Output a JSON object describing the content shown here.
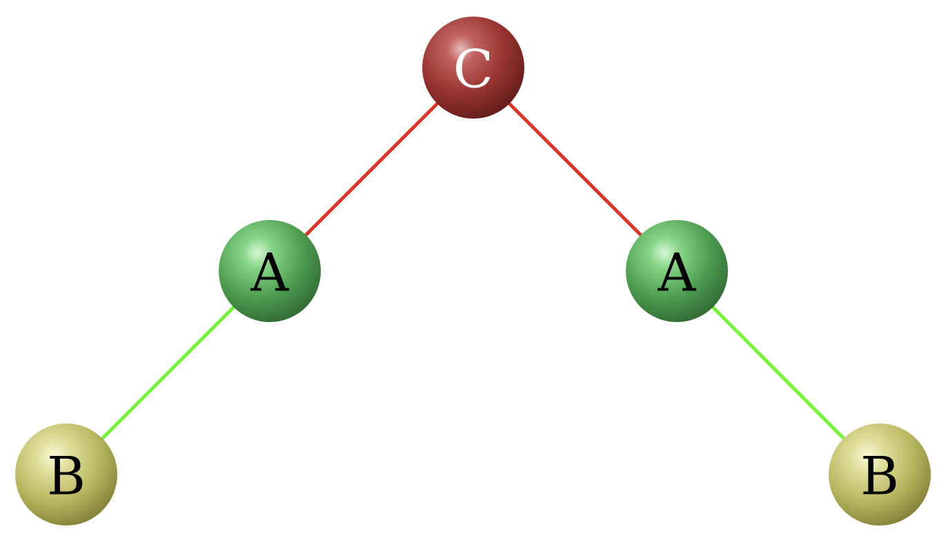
{
  "nodes": [
    {
      "id": "c",
      "label": "C",
      "color": "#8e2f2c",
      "text_color": "#ffffff"
    },
    {
      "id": "a-left",
      "label": "A",
      "color": "#4a9a4f",
      "text_color": "#000000"
    },
    {
      "id": "a-right",
      "label": "A",
      "color": "#4a9a4f",
      "text_color": "#000000"
    },
    {
      "id": "b-left",
      "label": "B",
      "color": "#b8b55e",
      "text_color": "#000000"
    },
    {
      "id": "b-right",
      "label": "B",
      "color": "#b8b55e",
      "text_color": "#000000"
    }
  ],
  "edges": [
    {
      "from": "c",
      "to": "a-left",
      "color": "#d9342b"
    },
    {
      "from": "c",
      "to": "a-right",
      "color": "#d9342b"
    },
    {
      "from": "a-left",
      "to": "b-left",
      "color": "#77f23b"
    },
    {
      "from": "a-right",
      "to": "b-right",
      "color": "#77f23b"
    }
  ]
}
